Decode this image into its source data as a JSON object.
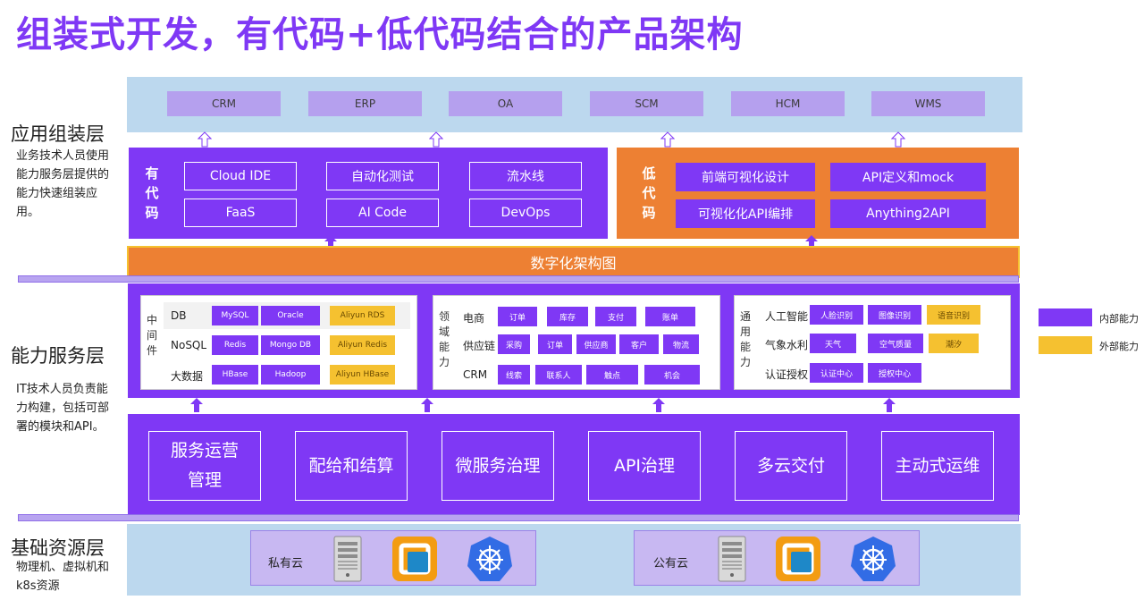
{
  "title": "组装式开发，有代码+低代码结合的产品架构",
  "layers": {
    "app": {
      "name": "应用组装层",
      "desc": [
        "业务技术人员使用",
        "能力服务层提供的",
        "能力快速组装应",
        "用。"
      ]
    },
    "capability": {
      "name": "能力服务层",
      "desc": [
        "IT技术人员负责能",
        "力构建，包括可部",
        "署的模块和API。"
      ]
    },
    "infra": {
      "name": "基础资源层",
      "desc": [
        "物理机、虚拟机和",
        "k8s资源"
      ]
    }
  },
  "apps": [
    "CRM",
    "ERP",
    "OA",
    "SCM",
    "HCM",
    "WMS"
  ],
  "code": {
    "label": [
      "有",
      "代",
      "码"
    ],
    "items": [
      "Cloud IDE",
      "自动化测试",
      "流水线",
      "FaaS",
      "AI Code",
      "DevOps"
    ]
  },
  "lowcode": {
    "label": [
      "低",
      "代",
      "码"
    ],
    "items": [
      "前端可视化设计",
      "API定义和mock",
      "可视化化API编排",
      "Anything2API"
    ]
  },
  "arch_bar": "数字化架构图",
  "middleware": {
    "label": [
      "中",
      "间",
      "件"
    ],
    "rows": [
      {
        "name": "DB",
        "items": [
          "MySQL",
          "Oracle"
        ],
        "ext": "Aliyun RDS"
      },
      {
        "name": "NoSQL",
        "items": [
          "Redis",
          "Mongo DB"
        ],
        "ext": "Aliyun Redis"
      },
      {
        "name": "大数据",
        "items": [
          "HBase",
          "Hadoop"
        ],
        "ext": "Aliyun HBase"
      }
    ]
  },
  "domain": {
    "label": [
      "领",
      "域",
      "能",
      "力"
    ],
    "rows": [
      {
        "name": "电商",
        "items": [
          "订单",
          "库存",
          "支付",
          "账单"
        ]
      },
      {
        "name": "供应链",
        "items": [
          "采购",
          "订单",
          "供应商",
          "客户",
          "物流"
        ]
      },
      {
        "name": "CRM",
        "items": [
          "线索",
          "联系人",
          "触点",
          "机会"
        ]
      }
    ]
  },
  "general": {
    "label": [
      "通",
      "用",
      "能",
      "力"
    ],
    "rows": [
      {
        "name": "人工智能",
        "items": [
          "人脸识别",
          "图像识别"
        ],
        "ext": "语音识别"
      },
      {
        "name": "气象水利",
        "items": [
          "天气",
          "空气质量"
        ],
        "ext": "潮汐"
      },
      {
        "name": "认证授权",
        "items": [
          "认证中心",
          "授权中心"
        ]
      }
    ]
  },
  "services": [
    "服务运营管理",
    "配给和结算",
    "微服务治理",
    "API治理",
    "多云交付",
    "主动式运维"
  ],
  "services_lines": [
    [
      "服务运营",
      "管理"
    ]
  ],
  "clouds": {
    "private": "私有云",
    "public": "公有云"
  },
  "icons": [
    "server-icon",
    "vmware-icon",
    "kubernetes-icon"
  ],
  "legend": {
    "internal": "内部能力",
    "external": "外部能力"
  },
  "colors": {
    "purple": "#7F38F5",
    "orange": "#ED8033",
    "yellow": "#F5C130",
    "lightblue": "#BCD8EE"
  }
}
